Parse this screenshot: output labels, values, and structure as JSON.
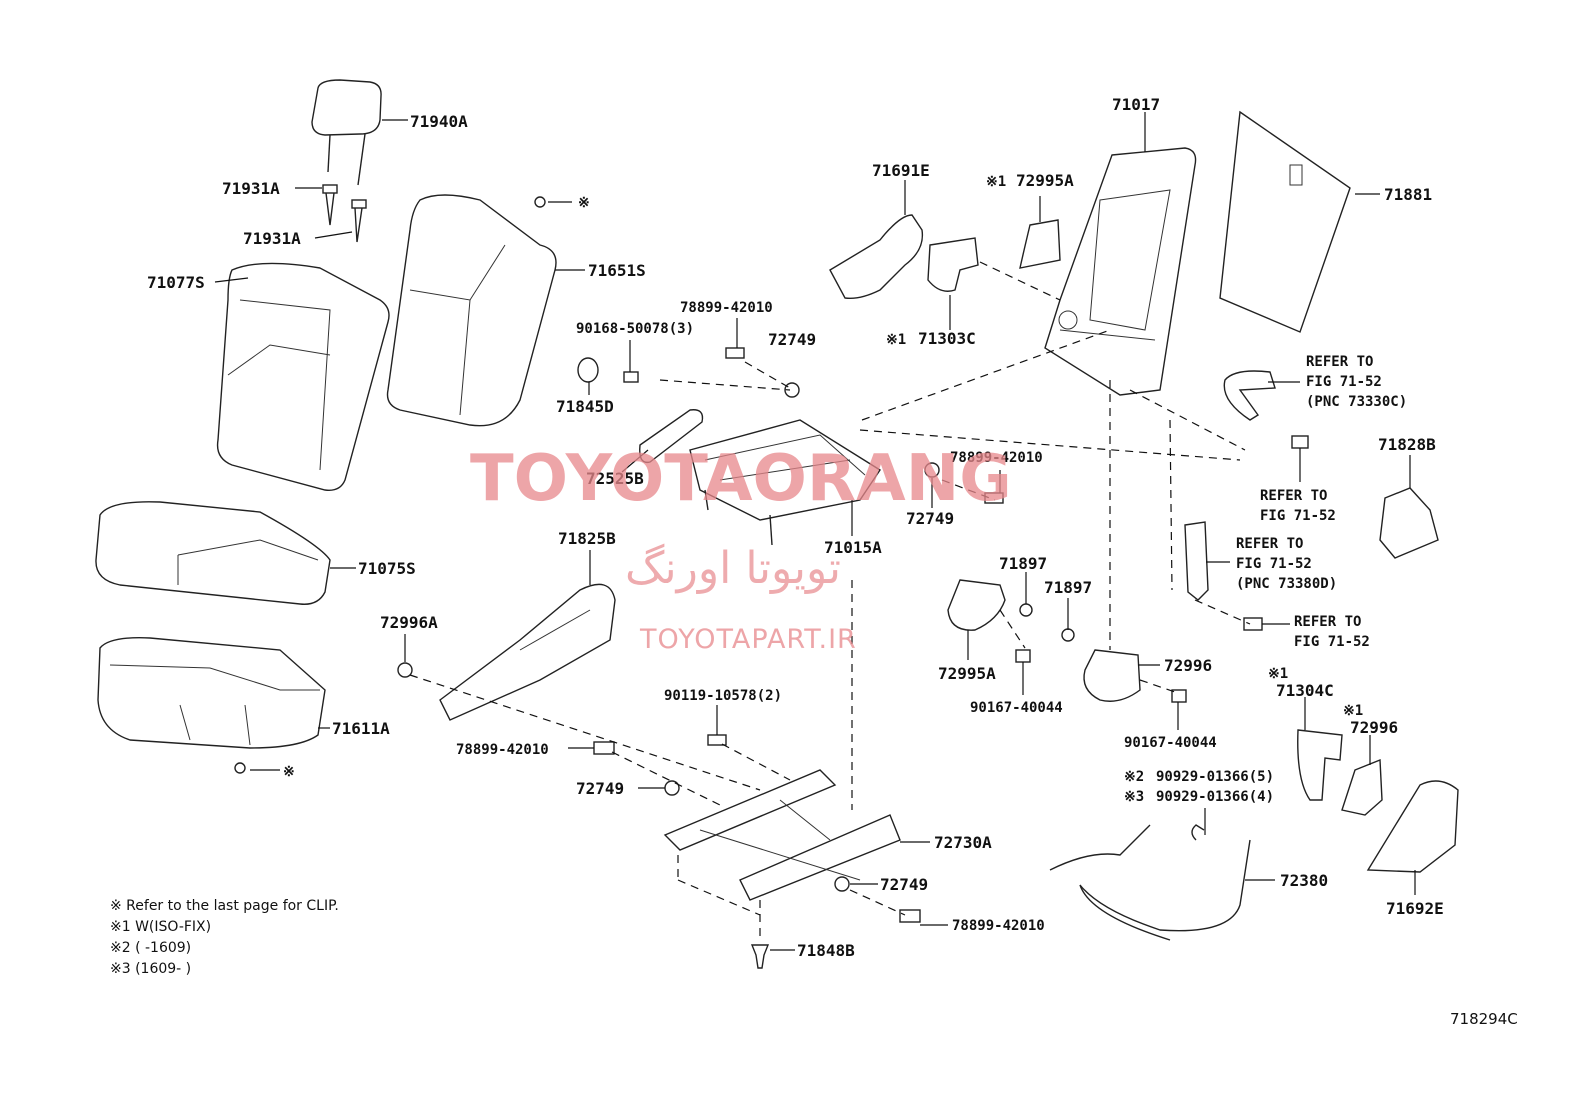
{
  "labels": {
    "p71940A": "71940A",
    "p71931A_1": "71931A",
    "p71931A_2": "71931A",
    "p71077S": "71077S",
    "p71651S": "71651S",
    "p71075S": "71075S",
    "p71611A": "71611A",
    "p71691E": "71691E",
    "p72995A_top": "72995A",
    "p71303C": "71303C",
    "p71017": "71017",
    "p71881": "71881",
    "p78899_1": "78899-42010",
    "p90168": "90168-50078(3)",
    "p72749_1": "72749",
    "p71845D": "71845D",
    "p72525B": "72525B",
    "p78899_2": "78899-42010",
    "p72749_2": "72749",
    "p71015A": "71015A",
    "p71825B": "71825B",
    "p72996A": "72996A",
    "p71897_1": "71897",
    "p71897_2": "71897",
    "p72995A_mid": "72995A",
    "p72996_mid": "72996",
    "p90167_1": "90167-40044",
    "p90167_2": "90167-40044",
    "p90119": "90119-10578(2)",
    "p78899_3": "78899-42010",
    "p72749_3": "72749",
    "p72730A": "72730A",
    "p72749_4": "72749",
    "p78899_4": "78899-42010",
    "p71848B": "71848B",
    "p71828B": "71828B",
    "p71304C": "71304C",
    "p72996_right": "72996",
    "p90929_a": "90929-01366(5)",
    "p90929_b": "90929-01366(4)",
    "p72380": "72380",
    "p71692E": "71692E",
    "clip_top": "※",
    "clip_bottom": "※",
    "mark1_a": "※1",
    "mark1_b": "※1",
    "mark1_c": "※1",
    "mark1_d": "※1",
    "mark2": "※2",
    "mark3": "※3"
  },
  "refer": {
    "r1_line1": "REFER TO",
    "r1_line2": "FIG 71-52",
    "r1_line3": "(PNC 73330C)",
    "r2_line1": "REFER TO",
    "r2_line2": "FIG 71-52",
    "r3_line1": "REFER TO",
    "r3_line2": "FIG 71-52",
    "r3_line3": "(PNC 73380D)",
    "r4_line1": "REFER TO",
    "r4_line2": "FIG 71-52"
  },
  "legend": {
    "clip": "※  Refer to the last page for CLIP.",
    "iso": "※1  W(ISO-FIX)",
    "range2": "※2  (        -1609)",
    "range3": "※3  (1609-       )"
  },
  "watermark": {
    "brand": "TOYOTAORANG",
    "persian": "تویوتا اورنگ",
    "site": "TOYOTAPART.IR"
  },
  "figure_code": "718294C"
}
